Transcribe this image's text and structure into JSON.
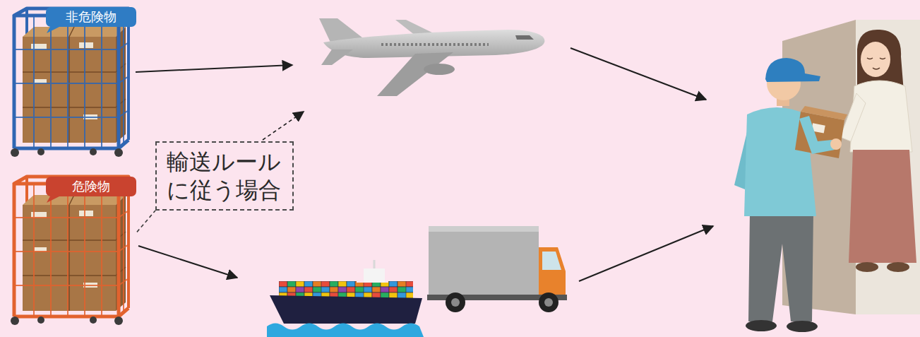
{
  "diagram": {
    "nodes": [
      {
        "text": [
          "非危険物"
        ]
      },
      {
        "text": [
          "輸送ルール に従う場合"
        ]
      },
      {
        "text": [
          "危険物"
        ]
      }
    ],
    "edges": [
      {
        "from": 2,
        "to": 1,
        "arrow": "none"
      }
    ]
  }
}
